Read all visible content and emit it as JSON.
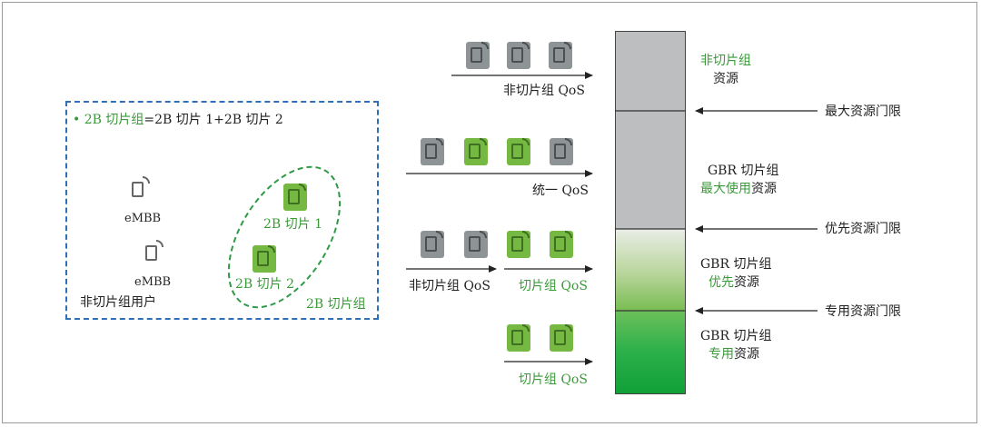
{
  "legend": {
    "definition_bullet": "•",
    "definition_green": "2B 切片组",
    "definition_rest": "=2B 切片 1+2B 切片 2",
    "embb_1": "eMBB",
    "embb_2": "eMBB",
    "non_slice_users": "非切片组用户",
    "slice_1": "2B 切片 1",
    "slice_2": "2B 切片 2",
    "slice_group": "2B 切片组"
  },
  "qos_rows": {
    "row1_label": "非切片组 QoS",
    "row2_label": "统一 QoS",
    "row3_left_label": "非切片组 QoS",
    "row3_right_label": "切片组 QoS",
    "row4_label": "切片组 QoS"
  },
  "resource_bar": {
    "seg1_line1": "非切片组",
    "seg1_line2": "资源",
    "seg2_line1": "GBR 切片组",
    "seg2_line2": "最大使用资源",
    "seg2_line2_green": "最大使用",
    "seg2_line2_rest": "资源",
    "seg3_line1": "GBR 切片组",
    "seg3_line2_green": "优先",
    "seg3_line2_rest": "资源",
    "seg4_line1": "GBR 切片组",
    "seg4_line2_green": "专用",
    "seg4_line2_rest": "资源"
  },
  "thresholds": {
    "max": "最大资源门限",
    "priority": "优先资源门限",
    "dedicated": "专用资源门限"
  },
  "colors": {
    "green_text": "#3a9a3a",
    "device_green": "#76b942",
    "device_gray": "#8e9396",
    "bar_gray": "#bcbec0",
    "bar_green": "#1aa33a",
    "legend_border": "#2f6fb5",
    "slice_ellipse": "#2e9a45"
  },
  "icons": {
    "device": "phone-signal-icon"
  }
}
